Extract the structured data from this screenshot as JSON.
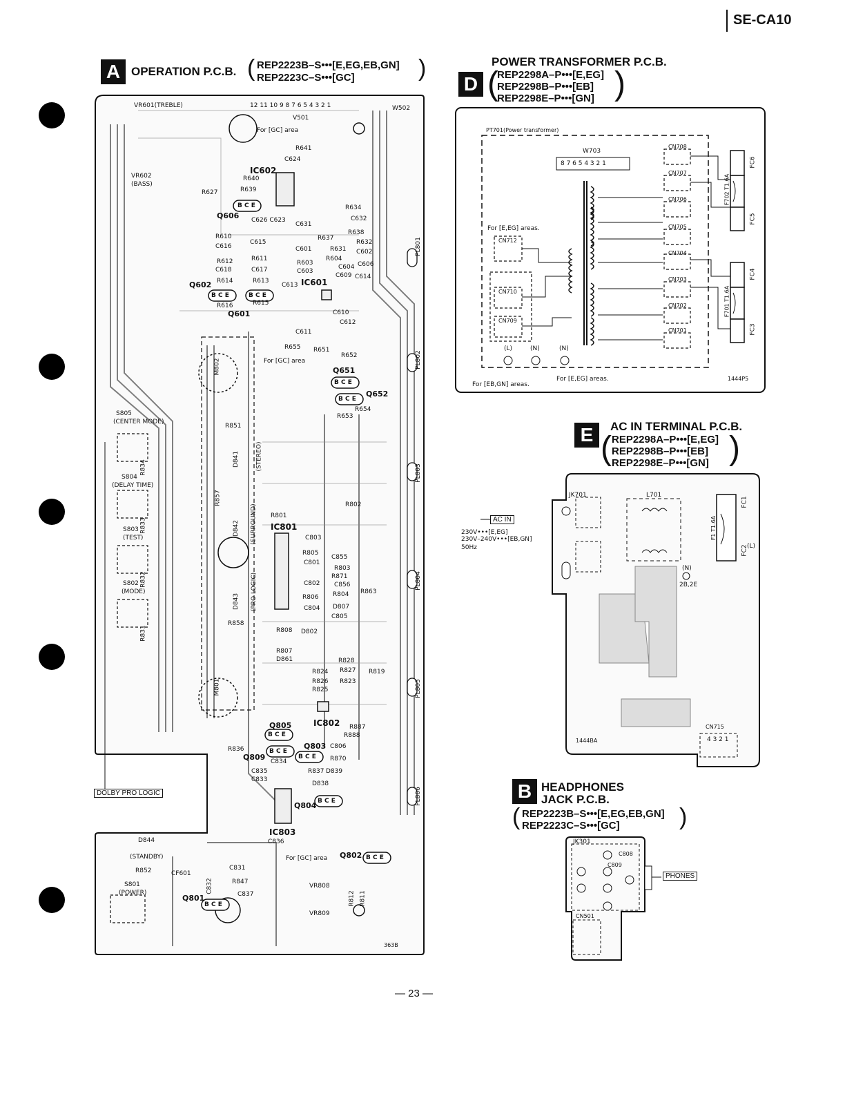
{
  "header": {
    "model": "SE-CA10"
  },
  "page_number": "— 23 —",
  "boards": {
    "A": {
      "letter": "A",
      "title": "OPERATION P.C.B.",
      "parts": [
        "REP2223B–S•••[E,EG,EB,GN]",
        "REP2223C–S•••[GC]"
      ],
      "labels": {
        "vr601": "VR601(TREBLE)",
        "v501": "V501",
        "w502": "W502",
        "for_gc_1": "For [GC] area",
        "for_gc_2": "For [GC] area",
        "for_gc_3": "For [GC] area",
        "ic602": "IC602",
        "ic601": "IC601",
        "ic801": "IC801",
        "ic802": "IC802",
        "ic803": "IC803",
        "vr602": "VR602",
        "bass": "(BASS)",
        "q606": "Q606",
        "q602": "Q602",
        "q601": "Q601",
        "q651": "Q651",
        "q652": "Q652",
        "q805": "Q805",
        "q803": "Q803",
        "q809": "Q809",
        "q804": "Q804",
        "q802": "Q802",
        "q801": "Q801",
        "bce": "B C E",
        "s805": "S805",
        "center_mode": "(CENTER MODE)",
        "s804": "S804",
        "delay_time": "(DELAY TIME)",
        "s803": "S803",
        "test": "(TEST)",
        "s802": "S802",
        "mode": "(MODE)",
        "s801": "S801",
        "power": "(POWER)",
        "d844": "D844",
        "standby": "(STANDBY)",
        "cf601": "CF601",
        "stereo": "(STEREO)",
        "surround": "(SURROUND)",
        "pro_logic": "(PRO LOGIC)",
        "d841": "D841",
        "d842": "D842",
        "d843": "D843",
        "m802": "M802",
        "m801": "M801",
        "vr808": "VR808",
        "vr809": "VR809",
        "pl801": "PL801",
        "pl802": "PL802",
        "pl803": "PL803",
        "pl804": "PL804",
        "pl805": "PL805",
        "pl806": "PL806",
        "pins_top": "12 11 10 9 8 7 6 5 4 3 2 1",
        "r641": "R641",
        "c624": "C624",
        "r640": "R640",
        "r639": "R639",
        "r627": "R627",
        "r634": "R634",
        "c632": "C632",
        "r637": "R637",
        "r638": "R638",
        "r632": "R632",
        "r610": "R610",
        "c616": "C616",
        "r612": "R612",
        "c618": "C618",
        "r614": "R614",
        "r616": "R616",
        "c615": "C615",
        "r611": "R611",
        "c617": "C617",
        "r613": "R613",
        "r615": "R615",
        "c601": "C601",
        "r603": "R603",
        "c603": "C603",
        "c613": "C613",
        "r631": "R631",
        "r604": "R604",
        "c602": "C602",
        "c604": "C604",
        "c606": "C606",
        "c609": "C609",
        "c614": "C614",
        "c610": "C610",
        "c612": "C612",
        "c611": "C611",
        "r655": "R655",
        "r651": "R651",
        "r652": "R652",
        "r654": "R654",
        "r653": "R653",
        "r851": "R851",
        "r801": "R801",
        "r802": "R802",
        "c803": "C803",
        "r805": "R805",
        "c855": "C855",
        "c801": "C801",
        "r803": "R803",
        "r871": "R871",
        "c802": "C802",
        "c856": "C856",
        "r806": "R806",
        "r804": "R804",
        "r863": "R863",
        "c804": "C804",
        "d807": "D807",
        "c805": "C805",
        "r858": "R858",
        "r808": "R808",
        "d802": "D802",
        "r807": "R807",
        "d861": "D861",
        "r824": "R824",
        "r827": "R827",
        "r819": "R819",
        "r826": "R826",
        "r823": "R823",
        "r825": "R825",
        "r828": "R828",
        "r887": "R887",
        "r888": "R888",
        "c806": "C806",
        "r836": "R836",
        "r870": "R870",
        "c834": "C834",
        "c835": "C835",
        "c833": "C833",
        "r837": "R837",
        "d839": "D839",
        "d838": "D838",
        "c836": "C836",
        "c831": "C831",
        "r847": "R847",
        "c837": "C837",
        "c832": "C832",
        "r852": "R852",
        "r812": "R812",
        "r811": "R811",
        "c626_623": "C626 C623",
        "c631": "C631",
        "r833": "R833",
        "r832": "R832",
        "r831": "R831",
        "r834": "R834",
        "r857": "R857",
        "code": "363B"
      },
      "callout": "DOLBY PRO LOGIC"
    },
    "D": {
      "letter": "D",
      "title": "POWER TRANSFORMER P.C.B.",
      "parts": [
        "REP2298A–P•••[E,EG]",
        "REP2298B–P•••[EB]",
        "REP2298E–P•••[GN]"
      ],
      "labels": {
        "pt701": "PT701(Power transformer)",
        "w703": "W703",
        "pins": "8 7 6 5 4 3 2 1",
        "cn708": "CN708",
        "cn707": "CN707",
        "cn706": "CN706",
        "cn705": "CN705",
        "cn704": "CN704",
        "cn703": "CN703",
        "cn702": "CN702",
        "cn701": "CN701",
        "cn712": "CN712",
        "cn710": "CN710",
        "cn709": "CN709",
        "for_e_eg": "For [E,EG] areas.",
        "for_e_eg_2": "For [E,EG] areas.",
        "for_eb_gn": "For [EB,GN] areas.",
        "fc6": "FC6",
        "fc5": "FC5",
        "fc4": "FC4",
        "fc3": "FC3",
        "f702": "F702 T1.6A",
        "f701": "F701 T1.6A",
        "l": "(L)",
        "n": "(N)",
        "n2": "(N)",
        "code": "1444P5"
      }
    },
    "E": {
      "letter": "E",
      "title": "AC IN TERMINAL P.C.B.",
      "parts": [
        "REP2298A–P•••[E,EG]",
        "REP2298B–P•••[EB]",
        "REP2298E–P•••[GN]"
      ],
      "labels": {
        "jk701": "JK701",
        "l701": "L701",
        "fc1": "FC1",
        "fc2": "FC2",
        "f1": "F1 T1.6A",
        "n": "(N)",
        "l": "(L)",
        "ref": "2B,2E",
        "cn715": "CN715",
        "pins": "4 3 2 1",
        "code": "1444BA"
      },
      "callout": "AC IN",
      "voltage": [
        "230V•••[E,EG]",
        "230V–240V•••[EB,GN]",
        "50Hz"
      ]
    },
    "B": {
      "letter": "B",
      "title_1": "HEADPHONES",
      "title_2": "JACK P.C.B.",
      "parts": [
        "REP2223B–S•••[E,EG,EB,GN]",
        "REP2223C–S•••[GC]"
      ],
      "labels": {
        "jk301": "JK301",
        "c808": "C808",
        "c809": "C809",
        "cn501": "CN501"
      },
      "callout": "PHONES"
    }
  }
}
